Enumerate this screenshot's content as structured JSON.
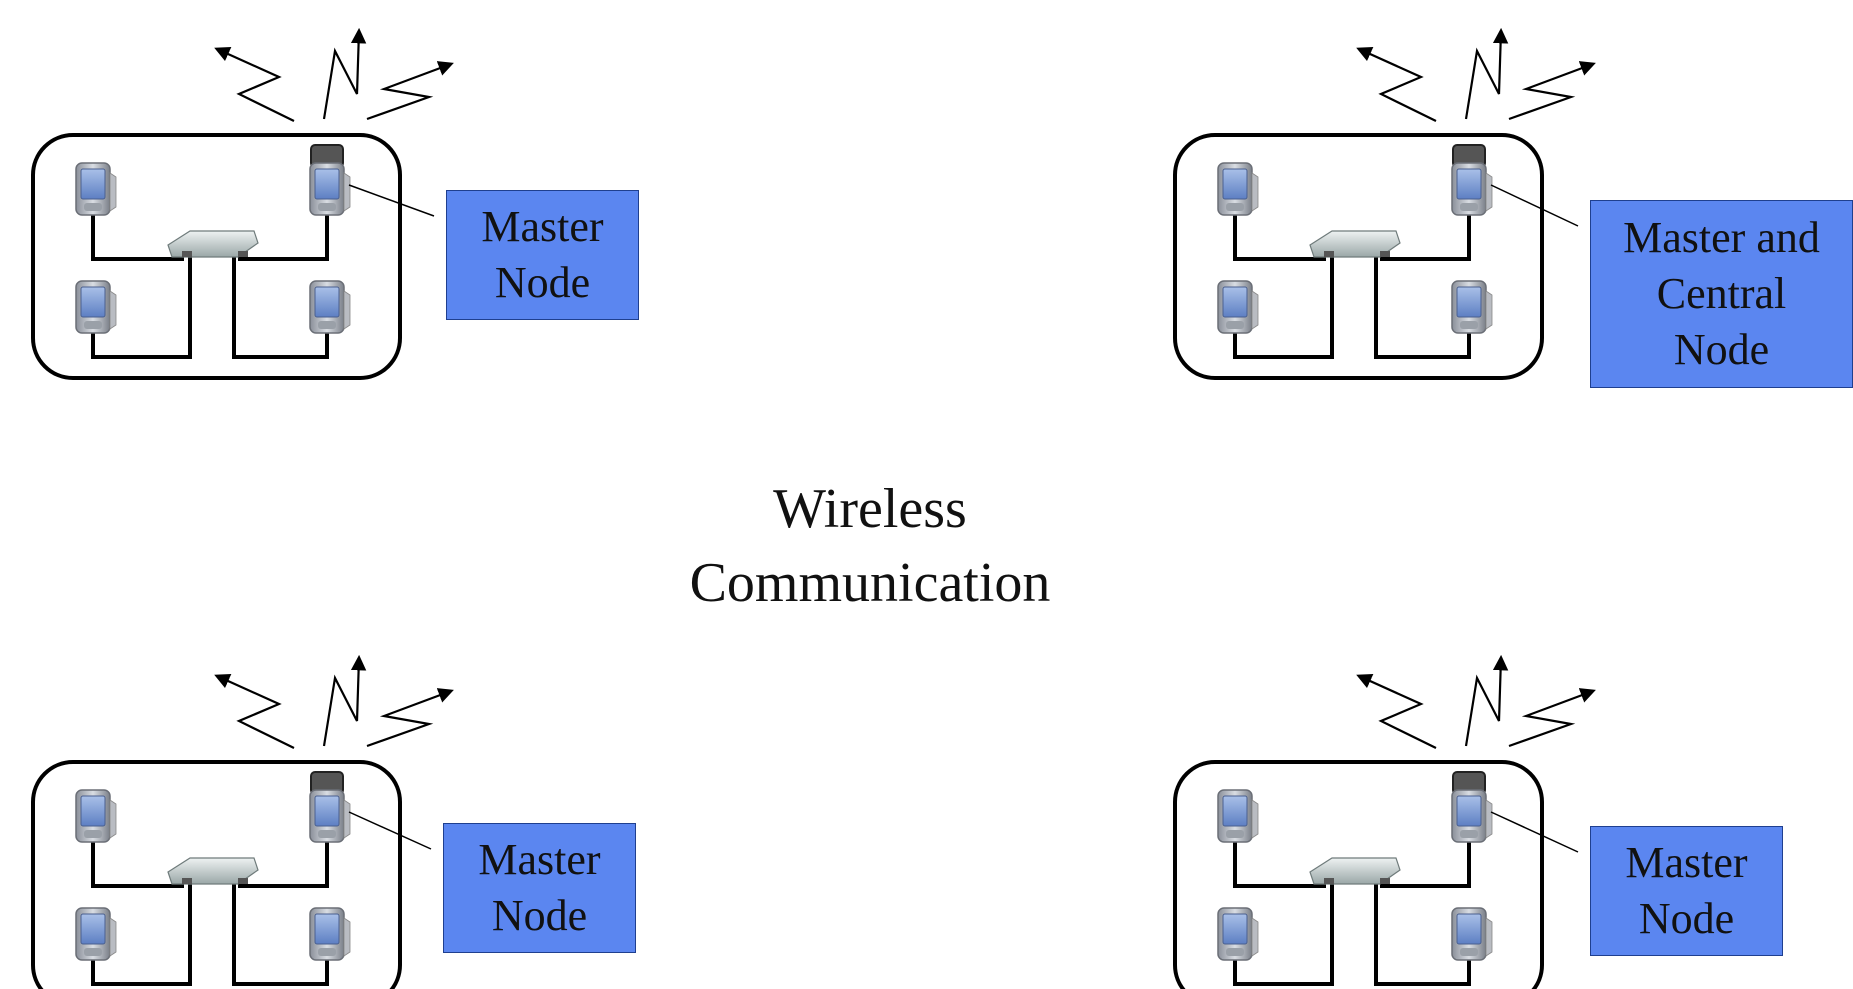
{
  "center_label": {
    "line1": "Wireless",
    "line2": "Communication"
  },
  "clusters": [
    {
      "label_lines": [
        "Master",
        "Node"
      ]
    },
    {
      "label_lines": [
        "Master and",
        "Central",
        "Node"
      ]
    },
    {
      "label_lines": [
        "Master",
        "Node"
      ]
    },
    {
      "label_lines": [
        "Master",
        "Node"
      ]
    }
  ],
  "colors": {
    "label_fill": "#5b86f0",
    "line": "#000000"
  },
  "icons": [
    "handheld-device-icon",
    "network-hub-icon",
    "wireless-signal-icon"
  ]
}
